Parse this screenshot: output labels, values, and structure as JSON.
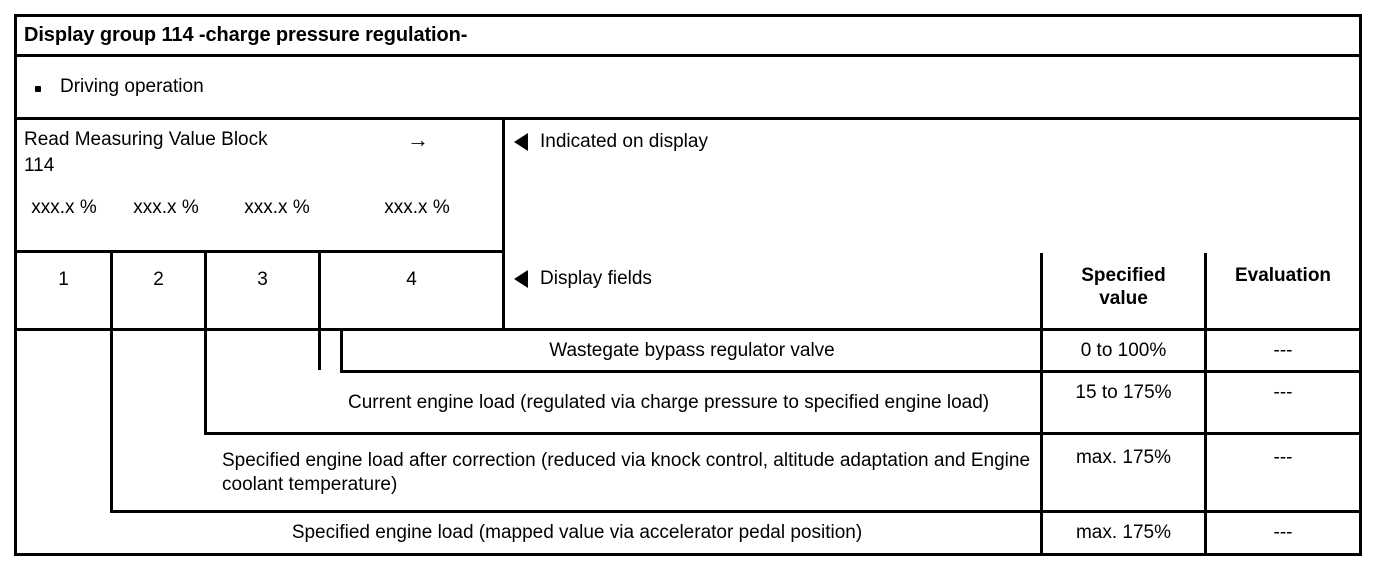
{
  "document": {
    "title": "Display group 114 -charge pressure regulation-",
    "condition": {
      "bullet_icon": "square-bullet",
      "label": "Driving operation"
    }
  },
  "measuring_block": {
    "command": "Read Measuring Value Block",
    "block_number": "114",
    "arrow_icon": "arrow-right",
    "display_values": [
      "xxx.x %",
      "xxx.x %",
      "xxx.x %",
      "xxx.x %"
    ],
    "field_numbers": [
      "1",
      "2",
      "3",
      "4"
    ]
  },
  "panels": {
    "indicated_marker_icon": "triangle-left",
    "indicated_on_display": "Indicated on display",
    "display_fields_marker_icon": "triangle-left",
    "display_fields": "Display fields"
  },
  "table": {
    "headers": {
      "specified_value": "Specified\nvalue",
      "specified_value_line1": "Specified",
      "specified_value_line2": "value",
      "evaluation": "Evaluation"
    },
    "rows": [
      {
        "field": "4",
        "description": "Wastegate bypass regulator valve",
        "specified_value": "0 to 100%",
        "evaluation": "---"
      },
      {
        "field": "3",
        "description": "Current engine load (regulated via charge pressure to specified engine load)",
        "specified_value": "15 to 175%",
        "evaluation": "---"
      },
      {
        "field": "2",
        "description": "Specified engine load after correction (reduced via knock control, altitude adaptation and Engine coolant temperature)",
        "specified_value": "max. 175%",
        "evaluation": "---"
      },
      {
        "field": "1",
        "description": "Specified engine load (mapped value via accelerator pedal position)",
        "specified_value": "max. 175%",
        "evaluation": "---"
      }
    ]
  },
  "colors": {
    "ink": "#000000",
    "paper": "#ffffff"
  }
}
